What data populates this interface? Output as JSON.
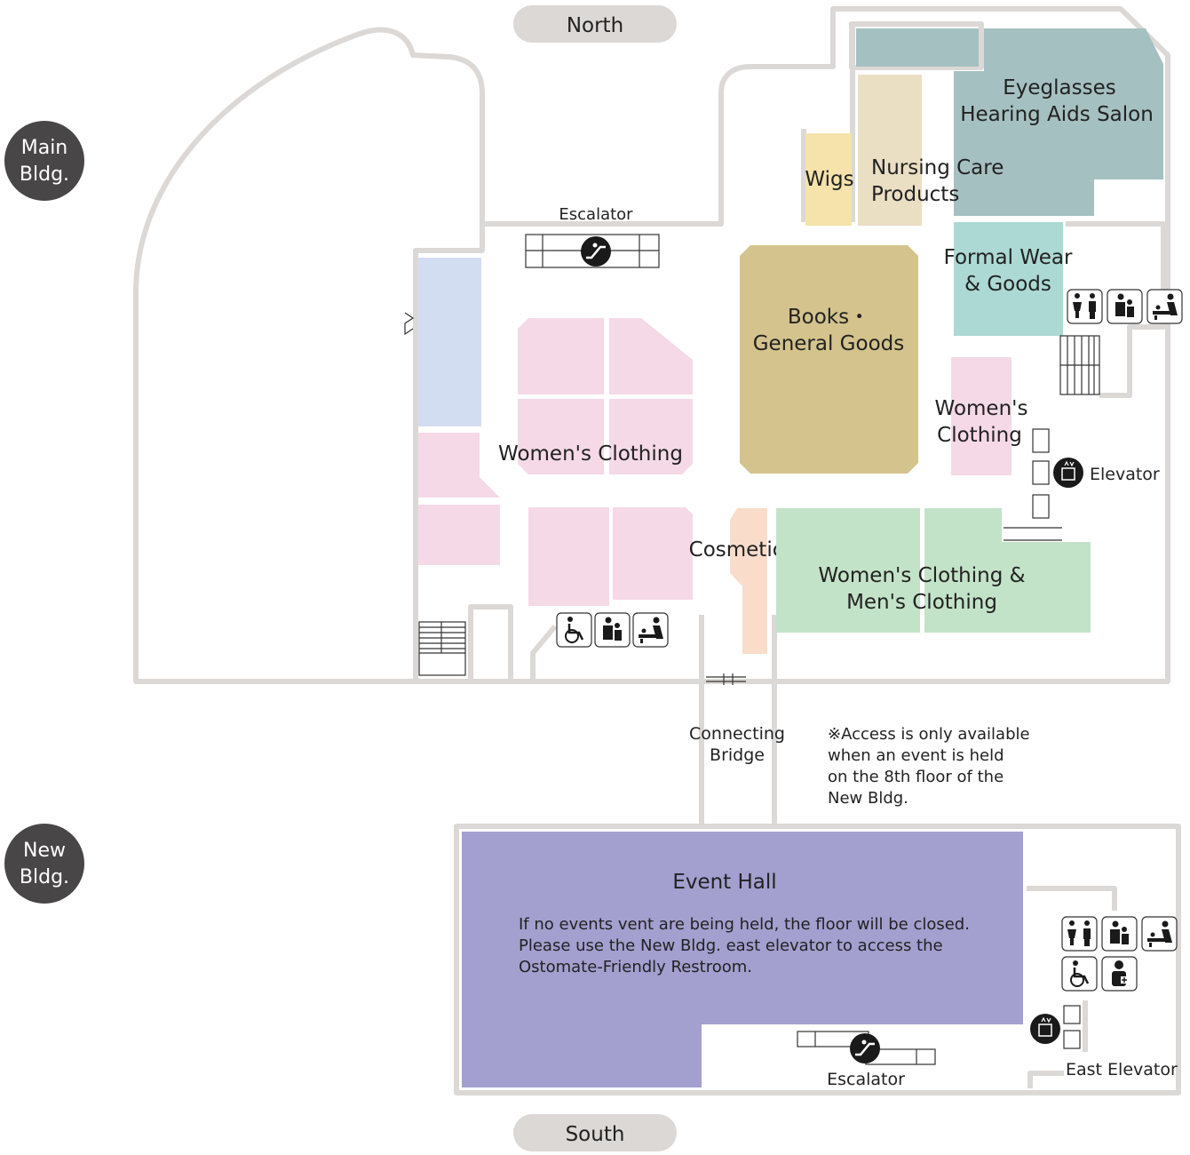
{
  "compass": {
    "north": "North",
    "south": "South"
  },
  "buildings": {
    "main": [
      "Main",
      "Bldg."
    ],
    "new": [
      "New",
      "Bldg."
    ]
  },
  "areas": {
    "eyeglasses": [
      "Eyeglasses",
      "Hearing Aids Salon"
    ],
    "wigs": "Wigs",
    "nursing": [
      "Nursing Care",
      "Products"
    ],
    "formal": [
      "Formal Wear",
      "& Goods"
    ],
    "books": [
      "Books・",
      "General Goods"
    ],
    "womens_right": [
      "Women's",
      "Clothing"
    ],
    "womens_center": "Women's Clothing",
    "cosmetics": "Cosmetics",
    "womens_mens": [
      "Women's Clothing &",
      "Men's Clothing"
    ],
    "event_hall": "Event Hall"
  },
  "labels": {
    "escalator_top": "Escalator",
    "escalator_bottom": "Escalator",
    "elevator": "Elevator",
    "east_elevator": "East Elevator",
    "bridge": [
      "Connecting",
      "Bridge"
    ]
  },
  "notes": {
    "access": [
      "※Access is only available",
      "when an event is held",
      "on the 8th floor of the",
      "New Bldg."
    ],
    "event_closed": [
      "If no events vent are being held, the floor will be closed.",
      "Please use the New Bldg. east elevator to access the",
      "Ostomate-Friendly Restroom."
    ]
  },
  "colors": {
    "wall": "#dcd8d6",
    "pink": "#f5d9e7",
    "blue": "#d3ddf1",
    "teal": "#a5c0c0",
    "mint": "#acd9d4",
    "cream": "#eadfc3",
    "yellow": "#f5e3ab",
    "khaki": "#d4c38c",
    "green": "#c3e3c8",
    "peach": "#f9dcca",
    "purple": "#a39fcf",
    "dark_circle": "#484646"
  },
  "icons": [
    "restroom-icon",
    "baby-care-icon",
    "diaper-change-icon",
    "wheelchair-icon",
    "escalator-icon",
    "elevator-icon",
    "ostomate-icon"
  ]
}
